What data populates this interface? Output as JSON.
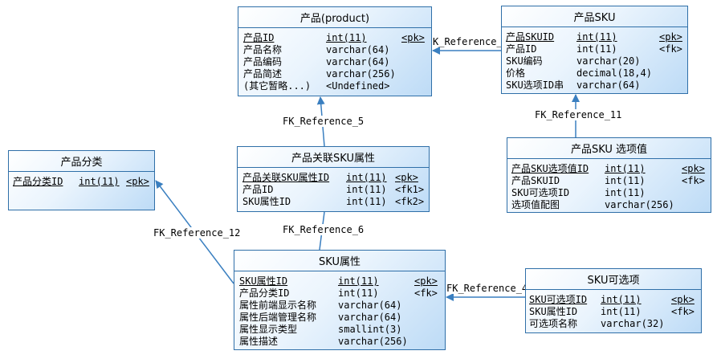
{
  "entities": {
    "product": {
      "title": "产品(product)",
      "rows": [
        {
          "name": "产品ID",
          "type": "int(11)",
          "key": "<pk>"
        },
        {
          "name": "产品名称",
          "type": "varchar(64)",
          "key": ""
        },
        {
          "name": "产品编码",
          "type": "varchar(64)",
          "key": ""
        },
        {
          "name": "产品简述",
          "type": "varchar(256)",
          "key": ""
        },
        {
          "name": "(其它暂略...)",
          "type": "<Undefined>",
          "key": ""
        }
      ]
    },
    "sku": {
      "title": "产品SKU",
      "rows": [
        {
          "name": "产品SKUID",
          "type": "int(11)",
          "key": "<pk>"
        },
        {
          "name": "产品ID",
          "type": "int(11)",
          "key": "<fk>"
        },
        {
          "name": "SKU编码",
          "type": "varchar(20)",
          "key": ""
        },
        {
          "name": "价格",
          "type": "decimal(18,4)",
          "key": ""
        },
        {
          "name": "SKU选项ID串",
          "type": "varchar(64)",
          "key": ""
        }
      ]
    },
    "category": {
      "title": "产品分类",
      "rows": [
        {
          "name": "产品分类ID",
          "type": "int(11)",
          "key": "<pk>"
        }
      ]
    },
    "product_sku_attr": {
      "title": "产品关联SKU属性",
      "rows": [
        {
          "name": "产品关联SKU属性ID",
          "type": "int(11)",
          "key": "<pk>"
        },
        {
          "name": "产品ID",
          "type": "int(11)",
          "key": "<fk1>"
        },
        {
          "name": "SKU属性ID",
          "type": "int(11)",
          "key": "<fk2>"
        }
      ]
    },
    "sku_option_value": {
      "title": "产品SKU 选项值",
      "rows": [
        {
          "name": "产品SKU选项值ID",
          "type": "int(11)",
          "key": "<pk>"
        },
        {
          "name": "产品SKUID",
          "type": "int(11)",
          "key": "<fk>"
        },
        {
          "name": "SKU可选项ID",
          "type": "int(11)",
          "key": ""
        },
        {
          "name": "选项值配图",
          "type": "varchar(256)",
          "key": ""
        }
      ]
    },
    "sku_attr": {
      "title": "SKU属性",
      "rows": [
        {
          "name": "SKU属性ID",
          "type": "int(11)",
          "key": "<pk>"
        },
        {
          "name": "产品分类ID",
          "type": "int(11)",
          "key": "<fk>"
        },
        {
          "name": "属性前端显示名称",
          "type": "varchar(64)",
          "key": ""
        },
        {
          "name": "属性后端管理名称",
          "type": "varchar(64)",
          "key": ""
        },
        {
          "name": "属性显示类型",
          "type": "smallint(3)",
          "key": ""
        },
        {
          "name": "属性描述",
          "type": "varchar(256)",
          "key": ""
        }
      ]
    },
    "sku_option": {
      "title": "SKU可选项",
      "rows": [
        {
          "name": "SKU可选项ID",
          "type": "int(11)",
          "key": "<pk>"
        },
        {
          "name": "SKU属性ID",
          "type": "int(11)",
          "key": "<fk>"
        },
        {
          "name": "可选项名称",
          "type": "varchar(32)",
          "key": ""
        }
      ]
    }
  },
  "references": {
    "ref4": "FK_Reference_4",
    "ref5": "FK_Reference_5",
    "ref6": "FK_Reference_6",
    "ref11": "FK_Reference_11",
    "ref12": "FK_Reference_12",
    "ref_top": "K_Reference_"
  },
  "colors": {
    "border": "#2f6fa8",
    "link": "#3a7fc0"
  }
}
